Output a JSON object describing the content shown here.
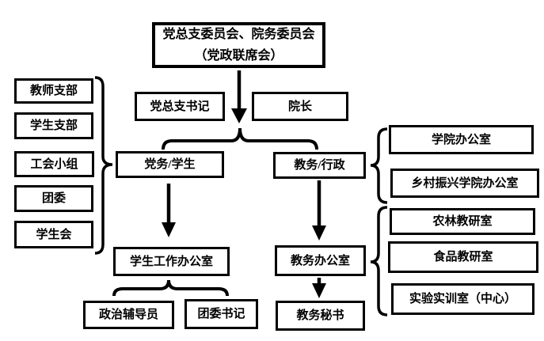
{
  "diagram": {
    "title_box": {
      "line1": "党总支委员会、院务委员会",
      "line2": "（党政联席会）"
    },
    "leaders": {
      "party_secretary": "党总支书记",
      "dean": "院长"
    },
    "branches": {
      "party_student": "党务/学生",
      "academic_admin": "教务/行政"
    },
    "party_side_units": [
      "教师支部",
      "学生支部",
      "工会小组",
      "团委",
      "学生会"
    ],
    "offices": {
      "student_affairs": "学生工作办公室",
      "academic": "教务办公室"
    },
    "staff": {
      "political_counselor": "政治辅导员",
      "league_secretary": "团委书记",
      "academic_secretary": "教务秘书"
    },
    "admin_side_units": [
      "学院办公室",
      "乡村振兴学院办公室"
    ],
    "teaching_units": [
      "农林教研室",
      "食品教研室",
      "实验实训室（中心）"
    ],
    "colors": {
      "line": "#000000",
      "background": "#ffffff"
    }
  }
}
